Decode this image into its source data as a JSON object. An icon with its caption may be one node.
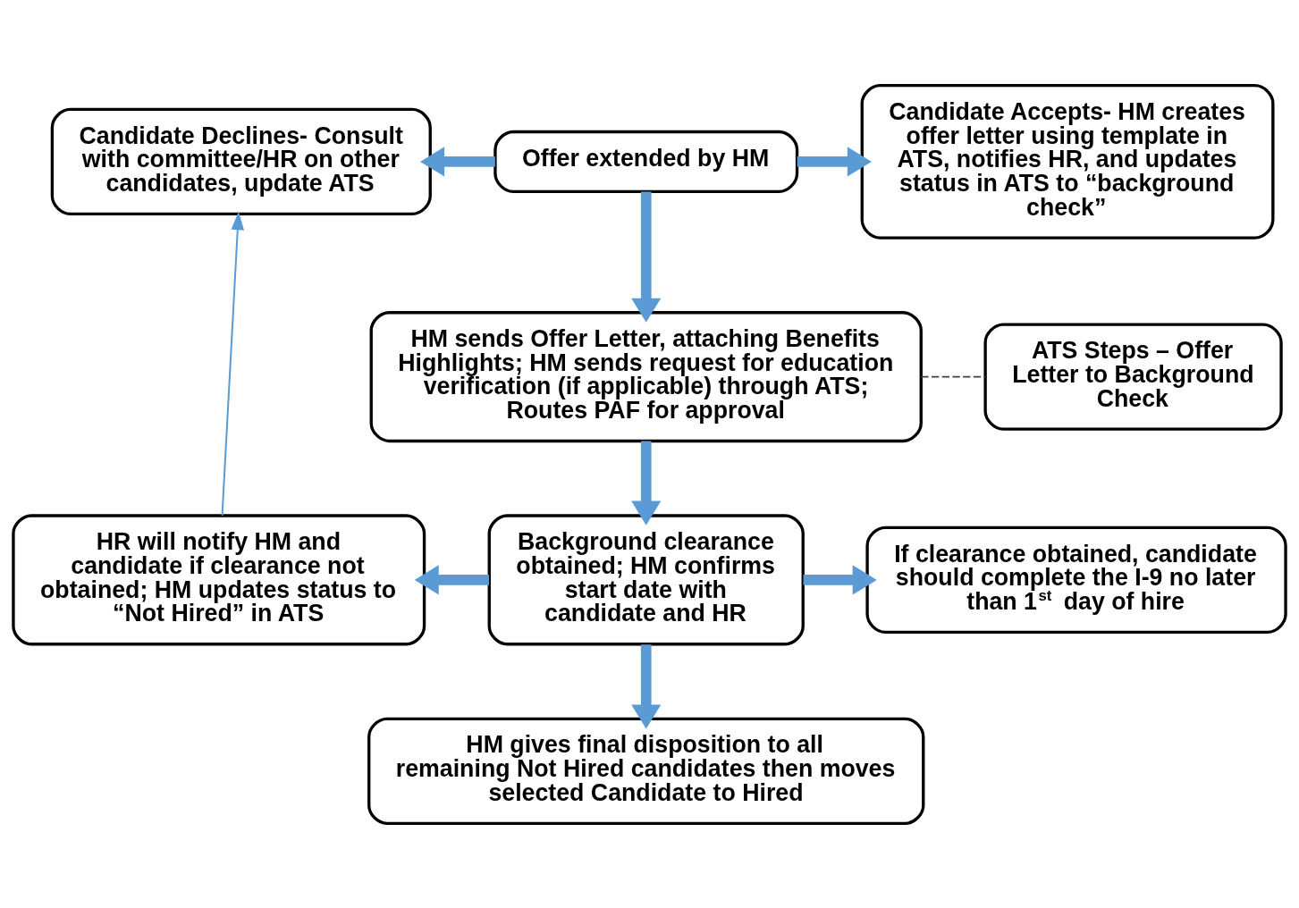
{
  "diagram": {
    "nodes": [
      {
        "text": [
          "Candidate Declines- Consult with committee/HR on other candidates, update ATS"
        ]
      },
      {
        "text": [
          "Offer extended by HM"
        ]
      },
      {
        "text": [
          "Candidate Accepts- HM creates offer letter using template in ATS, notifies HR, and updates status in ATS to “background check”"
        ]
      },
      {
        "text": [
          "HM sends Offer Letter, attaching Benefits Highlights; HM sends request for education verification (if applicable) through ATS; Routes PAF for approval"
        ]
      },
      {
        "text": [
          "ATS Steps – Offer Letter to Background Check"
        ]
      },
      {
        "text": [
          "HR will notify HM and candidate if clearance not obtained; HM updates status to “Not Hired” in ATS"
        ]
      },
      {
        "text": [
          "Background clearance obtained; HM confirms start date with candidate and HR"
        ]
      },
      {
        "text": [
          "If clearance obtained, candidate should complete the I-9 no later than 1$^{st}$ day of hire"
        ]
      },
      {
        "text": [
          "HM gives final disposition to all remaining Not Hired candidates then moves selected Candidate to Hired"
        ]
      }
    ],
    "edges": [
      {
        "from": 1,
        "to": 0,
        "arrow": "to"
      },
      {
        "from": 1,
        "to": 2,
        "arrow": "to"
      },
      {
        "from": 1,
        "to": 3,
        "arrow": "to"
      },
      {
        "from": 3,
        "to": 4,
        "arrow": "none",
        "style": "dashed",
        "color": "#404040"
      },
      {
        "from": 3,
        "to": 6,
        "arrow": "to"
      },
      {
        "from": 6,
        "to": 5,
        "arrow": "to"
      },
      {
        "from": 6,
        "to": 7,
        "arrow": "to"
      },
      {
        "from": 6,
        "to": 8,
        "arrow": "to"
      },
      {
        "from": 5,
        "to": 0,
        "arrow": "to"
      }
    ]
  }
}
